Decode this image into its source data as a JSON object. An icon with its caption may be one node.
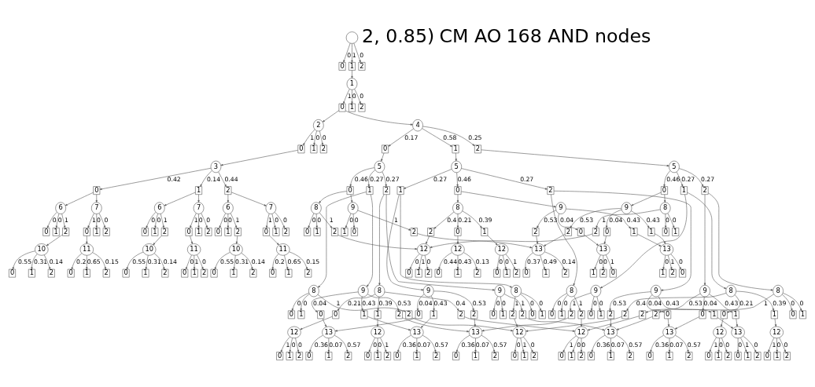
{
  "diagram": {
    "nodes": [
      {
        "text": [],
        "shape": "circle"
      },
      {
        "text": [
          "0"
        ]
      },
      {
        "text": [
          "1"
        ]
      },
      {
        "text": [
          "2"
        ]
      },
      {
        "text": [
          "1"
        ]
      },
      {
        "text": [
          "0"
        ]
      },
      {
        "text": [
          "1"
        ]
      },
      {
        "text": [
          "2"
        ]
      },
      {
        "text": [
          "2"
        ]
      },
      {
        "text": [
          "4"
        ]
      },
      {
        "text": [
          "0"
        ]
      },
      {
        "text": [
          "1"
        ]
      },
      {
        "text": [
          "2"
        ]
      },
      {
        "text": [
          "0"
        ]
      },
      {
        "text": [
          "1"
        ]
      },
      {
        "text": [
          "2"
        ]
      },
      {
        "text": [
          "3"
        ]
      },
      {
        "text": [
          "5"
        ]
      },
      {
        "text": [
          "5"
        ]
      },
      {
        "text": [
          "5"
        ]
      },
      {
        "text": [
          "0"
        ]
      },
      {
        "text": [
          "1"
        ]
      },
      {
        "text": [
          "2"
        ]
      },
      {
        "text": [
          "6"
        ]
      },
      {
        "text": [
          "7"
        ]
      },
      {
        "text": [
          "0"
        ]
      },
      {
        "text": [
          "1"
        ]
      },
      {
        "text": [
          "2"
        ]
      },
      {
        "text": [
          "0"
        ]
      },
      {
        "text": [
          "1"
        ]
      },
      {
        "text": [
          "2"
        ]
      },
      {
        "text": [
          "10"
        ]
      },
      {
        "text": [
          "11"
        ]
      },
      {
        "text": [
          "0"
        ]
      },
      {
        "text": [
          "1"
        ]
      },
      {
        "text": [
          "2"
        ]
      },
      {
        "text": [
          "0"
        ]
      },
      {
        "text": [
          "1"
        ]
      },
      {
        "text": [
          "2"
        ]
      },
      {
        "text": [
          "6"
        ]
      },
      {
        "text": [
          "7"
        ]
      },
      {
        "text": [
          "0"
        ]
      },
      {
        "text": [
          "1"
        ]
      },
      {
        "text": [
          "2"
        ]
      },
      {
        "text": [
          "0"
        ]
      },
      {
        "text": [
          "1"
        ]
      },
      {
        "text": [
          "2"
        ]
      },
      {
        "text": [
          "10"
        ]
      },
      {
        "text": [
          "11"
        ]
      },
      {
        "text": [
          "0"
        ]
      },
      {
        "text": [
          "1"
        ]
      },
      {
        "text": [
          "2"
        ]
      },
      {
        "text": [
          "0"
        ]
      },
      {
        "text": [
          "1"
        ]
      },
      {
        "text": [
          "2"
        ]
      },
      {
        "text": [
          "6"
        ]
      },
      {
        "text": [
          "7"
        ]
      },
      {
        "text": [
          "0"
        ]
      },
      {
        "text": [
          "1"
        ]
      },
      {
        "text": [
          "2"
        ]
      },
      {
        "text": [
          "0"
        ]
      },
      {
        "text": [
          "1"
        ]
      },
      {
        "text": [
          "2"
        ]
      },
      {
        "text": [
          "10"
        ]
      },
      {
        "text": [
          "11"
        ]
      },
      {
        "text": [
          "0"
        ]
      },
      {
        "text": [
          "1"
        ]
      },
      {
        "text": [
          "2"
        ]
      },
      {
        "text": [
          "0"
        ]
      },
      {
        "text": [
          "1"
        ]
      },
      {
        "text": [
          "2"
        ]
      },
      {
        "text": [
          "0"
        ]
      },
      {
        "text": [
          "0"
        ]
      },
      {
        "text": [
          "0"
        ]
      },
      {
        "text": [
          "1"
        ]
      },
      {
        "text": [
          "1"
        ]
      },
      {
        "text": [
          "1"
        ]
      },
      {
        "text": [
          "2"
        ]
      },
      {
        "text": [
          "2"
        ]
      },
      {
        "text": [
          "2"
        ]
      },
      {
        "text": [
          "8"
        ]
      },
      {
        "text": [
          "8"
        ]
      },
      {
        "text": [
          "9"
        ]
      },
      {
        "text": [
          "9"
        ]
      },
      {
        "text": [
          "9"
        ]
      },
      {
        "text": [
          "8"
        ]
      },
      {
        "text": [
          "0"
        ]
      },
      {
        "text": [
          "1"
        ]
      },
      {
        "text": [
          "2"
        ]
      },
      {
        "text": [
          "2"
        ]
      },
      {
        "text": [
          "2"
        ]
      },
      {
        "text": [
          "0"
        ]
      },
      {
        "text": [
          "1"
        ]
      },
      {
        "text": [
          "0"
        ]
      },
      {
        "text": [
          "1"
        ]
      },
      {
        "text": [
          "2"
        ]
      },
      {
        "text": [
          "2"
        ]
      },
      {
        "text": [
          "2"
        ]
      },
      {
        "text": [
          "0"
        ]
      },
      {
        "text": [
          "0"
        ]
      },
      {
        "text": [
          "1"
        ]
      },
      {
        "text": [
          "1"
        ]
      },
      {
        "text": [
          "0"
        ]
      },
      {
        "text": [
          "1"
        ]
      },
      {
        "text": [
          "12"
        ]
      },
      {
        "text": [
          "12"
        ]
      },
      {
        "text": [
          "12"
        ]
      },
      {
        "text": [
          "13"
        ]
      },
      {
        "text": [
          "13"
        ]
      },
      {
        "text": [
          "13"
        ]
      },
      {
        "text": [
          "0"
        ]
      },
      {
        "text": [
          "1"
        ]
      },
      {
        "text": [
          "2"
        ]
      },
      {
        "text": [
          "0"
        ]
      },
      {
        "text": [
          "1"
        ]
      },
      {
        "text": [
          "2"
        ]
      },
      {
        "text": [
          "0"
        ]
      },
      {
        "text": [
          "1"
        ]
      },
      {
        "text": [
          "2"
        ]
      },
      {
        "text": [
          "0"
        ]
      },
      {
        "text": [
          "1"
        ]
      },
      {
        "text": [
          "2"
        ]
      },
      {
        "text": [
          "0"
        ]
      },
      {
        "text": [
          "1"
        ]
      },
      {
        "text": [
          "2"
        ]
      },
      {
        "text": [
          "0"
        ]
      },
      {
        "text": [
          "1"
        ]
      },
      {
        "text": [
          "2"
        ]
      },
      {
        "text": [
          "8"
        ]
      },
      {
        "text": [
          "8"
        ]
      },
      {
        "text": [
          "9"
        ]
      },
      {
        "text": [
          "9"
        ]
      },
      {
        "text": [
          "9"
        ]
      },
      {
        "text": [
          "8"
        ]
      },
      {
        "text": [
          "0"
        ]
      },
      {
        "text": [
          "1"
        ]
      },
      {
        "text": [
          "2"
        ]
      },
      {
        "text": [
          "2"
        ]
      },
      {
        "text": [
          "2"
        ]
      },
      {
        "text": [
          "0"
        ]
      },
      {
        "text": [
          "1"
        ]
      },
      {
        "text": [
          "0"
        ]
      },
      {
        "text": [
          "0"
        ]
      },
      {
        "text": [
          "1"
        ]
      },
      {
        "text": [
          "1"
        ]
      },
      {
        "text": [
          "2"
        ]
      },
      {
        "text": [
          "2"
        ]
      },
      {
        "text": [
          "2"
        ]
      },
      {
        "text": [
          "0"
        ]
      },
      {
        "text": [
          "1"
        ]
      },
      {
        "text": [
          "0"
        ]
      },
      {
        "text": [
          "1"
        ]
      },
      {
        "text": [
          "12"
        ]
      },
      {
        "text": [
          "13"
        ]
      },
      {
        "text": [
          "13"
        ]
      },
      {
        "text": [
          "13"
        ]
      },
      {
        "text": [
          "12"
        ]
      },
      {
        "text": [
          "12"
        ]
      },
      {
        "text": [
          "0"
        ]
      },
      {
        "text": [
          "1"
        ]
      },
      {
        "text": [
          "2"
        ]
      },
      {
        "text": [
          "0"
        ]
      },
      {
        "text": [
          "1"
        ]
      },
      {
        "text": [
          "2"
        ]
      },
      {
        "text": [
          "0"
        ]
      },
      {
        "text": [
          "1"
        ]
      },
      {
        "text": [
          "2"
        ]
      },
      {
        "text": [
          "0"
        ]
      },
      {
        "text": [
          "1"
        ]
      },
      {
        "text": [
          "2"
        ]
      },
      {
        "text": [
          "0"
        ]
      },
      {
        "text": [
          "1"
        ]
      },
      {
        "text": [
          "2"
        ]
      },
      {
        "text": [
          "0"
        ]
      },
      {
        "text": [
          "1"
        ]
      },
      {
        "text": [
          "2"
        ]
      },
      {
        "text": [
          "8"
        ]
      },
      {
        "text": [
          "8"
        ]
      },
      {
        "text": [
          "9"
        ]
      },
      {
        "text": [
          "9"
        ]
      },
      {
        "text": [
          "9"
        ]
      },
      {
        "text": [
          "8"
        ]
      },
      {
        "text": [
          "0"
        ]
      },
      {
        "text": [
          "1"
        ]
      },
      {
        "text": [
          "2"
        ]
      },
      {
        "text": [
          "2"
        ]
      },
      {
        "text": [
          "2"
        ]
      },
      {
        "text": [
          "0"
        ]
      },
      {
        "text": [
          "1"
        ]
      },
      {
        "text": [
          "0"
        ]
      },
      {
        "text": [
          "0"
        ]
      },
      {
        "text": [
          "1"
        ]
      },
      {
        "text": [
          "1"
        ]
      },
      {
        "text": [
          "2"
        ]
      },
      {
        "text": [
          "2"
        ]
      },
      {
        "text": [
          "2"
        ]
      },
      {
        "text": [
          "0"
        ]
      },
      {
        "text": [
          "1"
        ]
      },
      {
        "text": [
          "0"
        ]
      },
      {
        "text": [
          "1"
        ]
      },
      {
        "text": [
          "12"
        ]
      },
      {
        "text": [
          "12"
        ]
      },
      {
        "text": [
          "12"
        ]
      },
      {
        "text": [
          "13"
        ]
      },
      {
        "text": [
          "13"
        ]
      },
      {
        "text": [
          "13"
        ]
      },
      {
        "text": [
          "0"
        ]
      },
      {
        "text": [
          "1"
        ]
      },
      {
        "text": [
          "2"
        ]
      },
      {
        "text": [
          "0"
        ]
      },
      {
        "text": [
          "1"
        ]
      },
      {
        "text": [
          "2"
        ]
      },
      {
        "text": [
          "0"
        ]
      },
      {
        "text": [
          "1"
        ]
      },
      {
        "text": [
          "2"
        ]
      },
      {
        "text": [
          "0"
        ]
      },
      {
        "text": [
          "1"
        ]
      },
      {
        "text": [
          "2"
        ]
      },
      {
        "text": [
          "0"
        ]
      },
      {
        "text": [
          "1"
        ]
      },
      {
        "text": [
          "2"
        ]
      },
      {
        "text": [
          "0"
        ]
      },
      {
        "text": [
          "1"
        ]
      },
      {
        "text": [
          "2"
        ]
      }
    ],
    "edges": [
      {
        "from": 0,
        "to": 1,
        "arrow": "to",
        "label": "0"
      },
      {
        "from": 0,
        "to": 2,
        "arrow": "to",
        "label": "1"
      },
      {
        "from": 0,
        "to": 3,
        "arrow": "to",
        "label": "0"
      },
      {
        "from": 2,
        "to": 4,
        "arrow": "to"
      },
      {
        "from": 4,
        "to": 5,
        "arrow": "to",
        "label": "1"
      },
      {
        "from": 4,
        "to": 6,
        "arrow": "to",
        "label": "0"
      },
      {
        "from": 4,
        "to": 7,
        "arrow": "to",
        "label": "0"
      },
      {
        "from": 5,
        "to": 8,
        "arrow": "to"
      },
      {
        "from": 5,
        "to": 9,
        "arrow": "to"
      },
      {
        "from": 8,
        "to": 10,
        "arrow": "to",
        "label": "1"
      },
      {
        "from": 8,
        "to": 11,
        "arrow": "to",
        "label": "0"
      },
      {
        "from": 8,
        "to": 12,
        "arrow": "to",
        "label": "0"
      },
      {
        "from": 9,
        "to": 13,
        "arrow": "to",
        "label": "0.17"
      },
      {
        "from": 9,
        "to": 14,
        "arrow": "to",
        "label": "0.58"
      },
      {
        "from": 9,
        "to": 15,
        "arrow": "to",
        "label": "0.25"
      },
      {
        "from": 10,
        "to": 16,
        "arrow": "to"
      },
      {
        "from": 13,
        "to": 17,
        "arrow": "to"
      },
      {
        "from": 14,
        "to": 18,
        "arrow": "to"
      },
      {
        "from": 15,
        "to": 19,
        "arrow": "to"
      },
      {
        "from": 16,
        "to": 20,
        "arrow": "to",
        "label": "0.42"
      },
      {
        "from": 16,
        "to": 21,
        "arrow": "to",
        "label": "0.14"
      },
      {
        "from": 16,
        "to": 22,
        "arrow": "to",
        "label": "0.44"
      },
      {
        "from": 20,
        "to": 23,
        "arrow": "to"
      },
      {
        "from": 20,
        "to": 24,
        "arrow": "to"
      },
      {
        "from": 23,
        "to": 25,
        "arrow": "to",
        "label": "0"
      },
      {
        "from": 23,
        "to": 26,
        "arrow": "to",
        "label": "0"
      },
      {
        "from": 23,
        "to": 27,
        "arrow": "to",
        "label": "1"
      },
      {
        "from": 24,
        "to": 28,
        "arrow": "to",
        "label": "1"
      },
      {
        "from": 24,
        "to": 29,
        "arrow": "to",
        "label": "0"
      },
      {
        "from": 24,
        "to": 30,
        "arrow": "to",
        "label": "0"
      },
      {
        "from": 27,
        "to": 31,
        "arrow": "to"
      },
      {
        "from": 28,
        "to": 32,
        "arrow": "to"
      },
      {
        "from": 31,
        "to": 33,
        "arrow": "to",
        "label": "0.55"
      },
      {
        "from": 31,
        "to": 34,
        "arrow": "to",
        "label": "0.31"
      },
      {
        "from": 31,
        "to": 35,
        "arrow": "to",
        "label": "0.14"
      },
      {
        "from": 32,
        "to": 36,
        "arrow": "to",
        "label": "0.2"
      },
      {
        "from": 32,
        "to": 37,
        "arrow": "to",
        "label": "0.65"
      },
      {
        "from": 32,
        "to": 38,
        "arrow": "to",
        "label": "0.15"
      },
      {
        "from": 21,
        "to": 39,
        "arrow": "to"
      },
      {
        "from": 21,
        "to": 40,
        "arrow": "to"
      },
      {
        "from": 39,
        "to": 41,
        "arrow": "to",
        "label": "0"
      },
      {
        "from": 39,
        "to": 42,
        "arrow": "to",
        "label": "0"
      },
      {
        "from": 39,
        "to": 43,
        "arrow": "to",
        "label": "1"
      },
      {
        "from": 40,
        "to": 44,
        "arrow": "to",
        "label": "1"
      },
      {
        "from": 40,
        "to": 45,
        "arrow": "to",
        "label": "0"
      },
      {
        "from": 40,
        "to": 46,
        "arrow": "to",
        "label": "0"
      },
      {
        "from": 43,
        "to": 47,
        "arrow": "to"
      },
      {
        "from": 44,
        "to": 48,
        "arrow": "to"
      },
      {
        "from": 47,
        "to": 49,
        "arrow": "to",
        "label": "0.55"
      },
      {
        "from": 47,
        "to": 50,
        "arrow": "to",
        "label": "0.31"
      },
      {
        "from": 47,
        "to": 51,
        "arrow": "to",
        "label": "0.14"
      },
      {
        "from": 48,
        "to": 52,
        "arrow": "to",
        "label": "0"
      },
      {
        "from": 48,
        "to": 53,
        "arrow": "to",
        "label": "1"
      },
      {
        "from": 48,
        "to": 54,
        "arrow": "to",
        "label": "0"
      },
      {
        "from": 22,
        "to": 55,
        "arrow": "to"
      },
      {
        "from": 22,
        "to": 56,
        "arrow": "to"
      },
      {
        "from": 55,
        "to": 57,
        "arrow": "to",
        "label": "0"
      },
      {
        "from": 55,
        "to": 58,
        "arrow": "to",
        "label": "0"
      },
      {
        "from": 55,
        "to": 59,
        "arrow": "to",
        "label": "1"
      },
      {
        "from": 56,
        "to": 60,
        "arrow": "to",
        "label": "1"
      },
      {
        "from": 56,
        "to": 61,
        "arrow": "to",
        "label": "0"
      },
      {
        "from": 56,
        "to": 62,
        "arrow": "to",
        "label": "0"
      },
      {
        "from": 59,
        "to": 63,
        "arrow": "to"
      },
      {
        "from": 60,
        "to": 64,
        "arrow": "to"
      },
      {
        "from": 63,
        "to": 65,
        "arrow": "to",
        "label": "0.55"
      },
      {
        "from": 63,
        "to": 66,
        "arrow": "to",
        "label": "0.31"
      },
      {
        "from": 63,
        "to": 67,
        "arrow": "to",
        "label": "0.14"
      },
      {
        "from": 64,
        "to": 68,
        "arrow": "to",
        "label": "0.2"
      },
      {
        "from": 64,
        "to": 69,
        "arrow": "to",
        "label": "0.65"
      },
      {
        "from": 64,
        "to": 70,
        "arrow": "to",
        "label": "0.15"
      },
      {
        "from": 17,
        "to": 71,
        "arrow": "to",
        "label": "0.46"
      },
      {
        "from": 17,
        "to": 74,
        "arrow": "to",
        "label": "0.27"
      },
      {
        "from": 17,
        "to": 77,
        "arrow": "to",
        "label": "0.27"
      },
      {
        "from": 18,
        "to": 72,
        "arrow": "to",
        "label": "0.46"
      },
      {
        "from": 18,
        "to": 75,
        "arrow": "to",
        "label": "0.27"
      },
      {
        "from": 18,
        "to": 78,
        "arrow": "to",
        "label": "0.27"
      },
      {
        "from": 19,
        "to": 73,
        "arrow": "to",
        "label": "0.46"
      },
      {
        "from": 19,
        "to": 76,
        "arrow": "to",
        "label": "0.27"
      },
      {
        "from": 19,
        "to": 79,
        "arrow": "to",
        "label": "0.27"
      },
      {
        "from": 71,
        "to": 80,
        "arrow": "to"
      },
      {
        "from": 71,
        "to": 82,
        "arrow": "to"
      },
      {
        "from": 72,
        "to": 81,
        "arrow": "to"
      },
      {
        "from": 72,
        "to": 83,
        "arrow": "to"
      },
      {
        "from": 73,
        "to": 84,
        "arrow": "to"
      },
      {
        "from": 73,
        "to": 85,
        "arrow": "to"
      },
      {
        "from": 80,
        "to": 86,
        "arrow": "to",
        "label": "0"
      },
      {
        "from": 80,
        "to": 87,
        "arrow": "to",
        "label": "0"
      },
      {
        "from": 80,
        "to": 88,
        "arrow": "to",
        "label": "1"
      },
      {
        "from": 81,
        "to": 89,
        "arrow": "to",
        "label": "0.4"
      },
      {
        "from": 81,
        "to": 91,
        "arrow": "to",
        "label": "0.21"
      },
      {
        "from": 81,
        "to": 92,
        "arrow": "to",
        "label": "0.39"
      },
      {
        "from": 82,
        "to": 93,
        "arrow": "to",
        "label": "0"
      },
      {
        "from": 82,
        "to": 94,
        "arrow": "to",
        "label": "0"
      },
      {
        "from": 82,
        "to": 96,
        "arrow": "to",
        "label": "1"
      },
      {
        "from": 83,
        "to": 98,
        "arrow": "to",
        "label": "0.04"
      },
      {
        "from": 83,
        "to": 100,
        "arrow": "to",
        "label": "0.43"
      },
      {
        "from": 83,
        "to": 95,
        "arrow": "to",
        "label": "0.53"
      },
      {
        "from": 84,
        "to": 99,
        "arrow": "to",
        "label": "0.04"
      },
      {
        "from": 84,
        "to": 101,
        "arrow": "to",
        "label": "0.43"
      },
      {
        "from": 84,
        "to": 97,
        "arrow": "to",
        "label": "0.53"
      },
      {
        "from": 85,
        "to": 102,
        "arrow": "to",
        "label": "0"
      },
      {
        "from": 85,
        "to": 103,
        "arrow": "to",
        "label": "0"
      },
      {
        "from": 85,
        "to": 90,
        "arrow": "to",
        "label": "1"
      },
      {
        "from": 88,
        "to": 104,
        "arrow": "to"
      },
      {
        "from": 89,
        "to": 104,
        "arrow": "to"
      },
      {
        "from": 90,
        "to": 104,
        "arrow": "to"
      },
      {
        "from": 91,
        "to": 105,
        "arrow": "to"
      },
      {
        "from": 92,
        "to": 106,
        "arrow": "to"
      },
      {
        "from": 95,
        "to": 107,
        "arrow": "to"
      },
      {
        "from": 96,
        "to": 107,
        "arrow": "to"
      },
      {
        "from": 97,
        "to": 107,
        "arrow": "to"
      },
      {
        "from": 98,
        "to": 108,
        "arrow": "to"
      },
      {
        "from": 99,
        "to": 108,
        "arrow": "to"
      },
      {
        "from": 100,
        "to": 109,
        "arrow": "to"
      },
      {
        "from": 101,
        "to": 109,
        "arrow": "to"
      },
      {
        "from": 104,
        "to": 110,
        "arrow": "to",
        "label": "0"
      },
      {
        "from": 104,
        "to": 111,
        "arrow": "to",
        "label": "1"
      },
      {
        "from": 104,
        "to": 112,
        "arrow": "to",
        "label": "0"
      },
      {
        "from": 105,
        "to": 113,
        "arrow": "to",
        "label": "0.44"
      },
      {
        "from": 105,
        "to": 114,
        "arrow": "to",
        "label": "0.43"
      },
      {
        "from": 105,
        "to": 115,
        "arrow": "to",
        "label": "0.13"
      },
      {
        "from": 106,
        "to": 116,
        "arrow": "to",
        "label": "0"
      },
      {
        "from": 106,
        "to": 117,
        "arrow": "to",
        "label": "0"
      },
      {
        "from": 106,
        "to": 118,
        "arrow": "to",
        "label": "1"
      },
      {
        "from": 107,
        "to": 119,
        "arrow": "to",
        "label": "0.37"
      },
      {
        "from": 107,
        "to": 120,
        "arrow": "to",
        "label": "0.49"
      },
      {
        "from": 107,
        "to": 121,
        "arrow": "to",
        "label": "0.14"
      },
      {
        "from": 108,
        "to": 122,
        "arrow": "to",
        "label": "1"
      },
      {
        "from": 108,
        "to": 123,
        "arrow": "to",
        "label": "0"
      },
      {
        "from": 108,
        "to": 124,
        "arrow": "to",
        "label": "0"
      },
      {
        "from": 109,
        "to": 125,
        "arrow": "to",
        "label": "0"
      },
      {
        "from": 109,
        "to": 126,
        "arrow": "to",
        "label": "0"
      },
      {
        "from": 109,
        "to": 127,
        "arrow": "to",
        "label": "1"
      },
      {
        "from": 74,
        "to": 128,
        "arrow": "to"
      },
      {
        "from": 74,
        "to": 131,
        "arrow": "to"
      },
      {
        "from": 75,
        "to": 129,
        "arrow": "to"
      },
      {
        "from": 75,
        "to": 130,
        "arrow": "to"
      },
      {
        "from": 76,
        "to": 132,
        "arrow": "to"
      },
      {
        "from": 76,
        "to": 133,
        "arrow": "to"
      },
      {
        "from": 128,
        "to": 134,
        "arrow": "to",
        "label": "0"
      },
      {
        "from": 128,
        "to": 135,
        "arrow": "to",
        "label": "0"
      },
      {
        "from": 128,
        "to": 136,
        "arrow": "to",
        "label": "1"
      },
      {
        "from": 129,
        "to": 139,
        "arrow": "to",
        "label": "0"
      },
      {
        "from": 129,
        "to": 140,
        "arrow": "to",
        "label": "0"
      },
      {
        "from": 129,
        "to": 138,
        "arrow": "to",
        "label": "1"
      },
      {
        "from": 130,
        "to": 141,
        "arrow": "to",
        "label": "0.04"
      },
      {
        "from": 130,
        "to": 143,
        "arrow": "to",
        "label": "0.43"
      },
      {
        "from": 130,
        "to": 145,
        "arrow": "to",
        "label": "0.53"
      },
      {
        "from": 131,
        "to": 142,
        "arrow": "to",
        "label": "0.04"
      },
      {
        "from": 131,
        "to": 144,
        "arrow": "to",
        "label": "0.43"
      },
      {
        "from": 131,
        "to": 147,
        "arrow": "to",
        "label": "0.53"
      },
      {
        "from": 132,
        "to": 148,
        "arrow": "to",
        "label": "0"
      },
      {
        "from": 132,
        "to": 149,
        "arrow": "to",
        "label": "0"
      },
      {
        "from": 132,
        "to": 146,
        "arrow": "to",
        "label": "1"
      },
      {
        "from": 133,
        "to": 150,
        "arrow": "to",
        "label": "0.21"
      },
      {
        "from": 133,
        "to": 151,
        "arrow": "to",
        "label": "0.39"
      },
      {
        "from": 133,
        "to": 137,
        "arrow": "to",
        "label": "0.4"
      },
      {
        "from": 136,
        "to": 152,
        "arrow": "to"
      },
      {
        "from": 137,
        "to": 152,
        "arrow": "to"
      },
      {
        "from": 138,
        "to": 152,
        "arrow": "to"
      },
      {
        "from": 141,
        "to": 153,
        "arrow": "to"
      },
      {
        "from": 142,
        "to": 153,
        "arrow": "to"
      },
      {
        "from": 143,
        "to": 154,
        "arrow": "to"
      },
      {
        "from": 144,
        "to": 154,
        "arrow": "to"
      },
      {
        "from": 145,
        "to": 155,
        "arrow": "to"
      },
      {
        "from": 146,
        "to": 155,
        "arrow": "to"
      },
      {
        "from": 147,
        "to": 155,
        "arrow": "to"
      },
      {
        "from": 150,
        "to": 156,
        "arrow": "to"
      },
      {
        "from": 151,
        "to": 157,
        "arrow": "to"
      },
      {
        "from": 152,
        "to": 158,
        "arrow": "to",
        "label": "0"
      },
      {
        "from": 152,
        "to": 159,
        "arrow": "to",
        "label": "1"
      },
      {
        "from": 152,
        "to": 160,
        "arrow": "to",
        "label": "0"
      },
      {
        "from": 153,
        "to": 161,
        "arrow": "to",
        "label": "0.36"
      },
      {
        "from": 153,
        "to": 162,
        "arrow": "to",
        "label": "0.07"
      },
      {
        "from": 153,
        "to": 163,
        "arrow": "to",
        "label": "0.57"
      },
      {
        "from": 154,
        "to": 164,
        "arrow": "to",
        "label": "0.36"
      },
      {
        "from": 154,
        "to": 165,
        "arrow": "to",
        "label": "0.07"
      },
      {
        "from": 154,
        "to": 166,
        "arrow": "to",
        "label": "0.57"
      },
      {
        "from": 155,
        "to": 167,
        "arrow": "to",
        "label": "0.36"
      },
      {
        "from": 155,
        "to": 168,
        "arrow": "to",
        "label": "0.07"
      },
      {
        "from": 155,
        "to": 169,
        "arrow": "to",
        "label": "0.57"
      },
      {
        "from": 156,
        "to": 170,
        "arrow": "to",
        "label": "1"
      },
      {
        "from": 156,
        "to": 171,
        "arrow": "to",
        "label": "0"
      },
      {
        "from": 156,
        "to": 172,
        "arrow": "to",
        "label": "0"
      },
      {
        "from": 157,
        "to": 173,
        "arrow": "to",
        "label": "1"
      },
      {
        "from": 157,
        "to": 174,
        "arrow": "to",
        "label": "0"
      },
      {
        "from": 157,
        "to": 175,
        "arrow": "to",
        "label": "0"
      },
      {
        "from": 77,
        "to": 176,
        "arrow": "to"
      },
      {
        "from": 77,
        "to": 180,
        "arrow": "to"
      },
      {
        "from": 78,
        "to": 177,
        "arrow": "to"
      },
      {
        "from": 78,
        "to": 178,
        "arrow": "to"
      },
      {
        "from": 79,
        "to": 179,
        "arrow": "to"
      },
      {
        "from": 79,
        "to": 181,
        "arrow": "to"
      },
      {
        "from": 176,
        "to": 182,
        "arrow": "to",
        "label": "0.21"
      },
      {
        "from": 176,
        "to": 183,
        "arrow": "to",
        "label": "0.39"
      },
      {
        "from": 176,
        "to": 185,
        "arrow": "to",
        "label": "0.4"
      },
      {
        "from": 177,
        "to": 184,
        "arrow": "to",
        "label": "1"
      },
      {
        "from": 177,
        "to": 187,
        "arrow": "to",
        "label": "0"
      },
      {
        "from": 177,
        "to": 188,
        "arrow": "to",
        "label": "0"
      },
      {
        "from": 178,
        "to": 189,
        "arrow": "to",
        "label": "0.04"
      },
      {
        "from": 178,
        "to": 191,
        "arrow": "to",
        "label": "0.43"
      },
      {
        "from": 178,
        "to": 193,
        "arrow": "to",
        "label": "0.53"
      },
      {
        "from": 179,
        "to": 190,
        "arrow": "to",
        "label": "0.04"
      },
      {
        "from": 179,
        "to": 192,
        "arrow": "to",
        "label": "0.43"
      },
      {
        "from": 179,
        "to": 195,
        "arrow": "to",
        "label": "0.53"
      },
      {
        "from": 180,
        "to": 196,
        "arrow": "to",
        "label": "0"
      },
      {
        "from": 180,
        "to": 197,
        "arrow": "to",
        "label": "0"
      },
      {
        "from": 180,
        "to": 194,
        "arrow": "to",
        "label": "1"
      },
      {
        "from": 181,
        "to": 198,
        "arrow": "to",
        "label": "0"
      },
      {
        "from": 181,
        "to": 199,
        "arrow": "to",
        "label": "0"
      },
      {
        "from": 181,
        "to": 186,
        "arrow": "to",
        "label": "1"
      },
      {
        "from": 182,
        "to": 200,
        "arrow": "to"
      },
      {
        "from": 183,
        "to": 201,
        "arrow": "to"
      },
      {
        "from": 184,
        "to": 202,
        "arrow": "to"
      },
      {
        "from": 185,
        "to": 202,
        "arrow": "to"
      },
      {
        "from": 186,
        "to": 202,
        "arrow": "to"
      },
      {
        "from": 189,
        "to": 203,
        "arrow": "to"
      },
      {
        "from": 190,
        "to": 203,
        "arrow": "to"
      },
      {
        "from": 191,
        "to": 204,
        "arrow": "to"
      },
      {
        "from": 192,
        "to": 204,
        "arrow": "to"
      },
      {
        "from": 193,
        "to": 205,
        "arrow": "to"
      },
      {
        "from": 194,
        "to": 205,
        "arrow": "to"
      },
      {
        "from": 195,
        "to": 205,
        "arrow": "to"
      },
      {
        "from": 200,
        "to": 206,
        "arrow": "to",
        "label": "1"
      },
      {
        "from": 200,
        "to": 207,
        "arrow": "to",
        "label": "0"
      },
      {
        "from": 200,
        "to": 208,
        "arrow": "to",
        "label": "0"
      },
      {
        "from": 201,
        "to": 209,
        "arrow": "to",
        "label": "0"
      },
      {
        "from": 201,
        "to": 210,
        "arrow": "to",
        "label": "0"
      },
      {
        "from": 201,
        "to": 211,
        "arrow": "to",
        "label": "1"
      },
      {
        "from": 202,
        "to": 212,
        "arrow": "to",
        "label": "1"
      },
      {
        "from": 202,
        "to": 213,
        "arrow": "to",
        "label": "0"
      },
      {
        "from": 202,
        "to": 214,
        "arrow": "to",
        "label": "0"
      },
      {
        "from": 203,
        "to": 215,
        "arrow": "to",
        "label": "0.36"
      },
      {
        "from": 203,
        "to": 216,
        "arrow": "to",
        "label": "0.07"
      },
      {
        "from": 203,
        "to": 217,
        "arrow": "to",
        "label": "0.57"
      },
      {
        "from": 204,
        "to": 218,
        "arrow": "to",
        "label": "0"
      },
      {
        "from": 204,
        "to": 219,
        "arrow": "to",
        "label": "1"
      },
      {
        "from": 204,
        "to": 220,
        "arrow": "to",
        "label": "0"
      },
      {
        "from": 205,
        "to": 221,
        "arrow": "to",
        "label": "0.36"
      },
      {
        "from": 205,
        "to": 222,
        "arrow": "to",
        "label": "0.07"
      },
      {
        "from": 205,
        "to": 223,
        "arrow": "to",
        "label": "0.57"
      }
    ],
    "labels": [
      "2, 0.85)",
      "CM AO",
      "168 AND nodes"
    ]
  }
}
